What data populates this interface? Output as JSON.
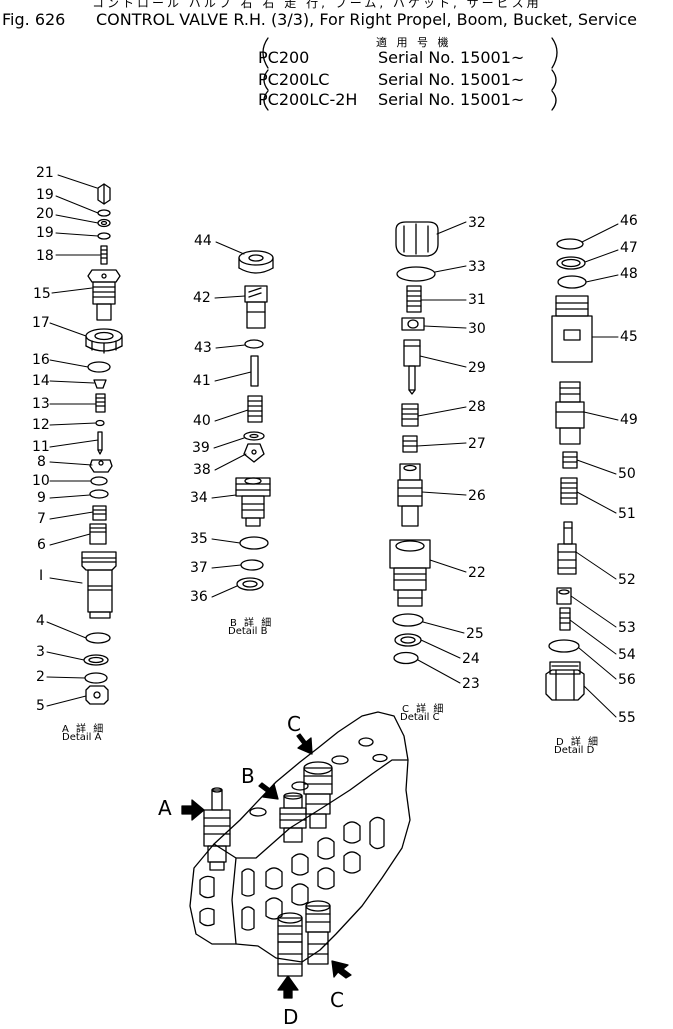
{
  "header": {
    "japanese_line": "コントロール バルブ 右 右 走 行, ブーム, バケット, サービス用",
    "figure_number": "Fig. 626",
    "title": "CONTROL VALVE R.H. (3/3), For Right Propel, Boom, Bucket, Service",
    "applicable_label_jp": "適 用 号 機",
    "serials": [
      {
        "model": "PC200",
        "serial": "Serial No. 15001~"
      },
      {
        "model": "PC200LC",
        "serial": "Serial No. 15001~"
      },
      {
        "model": "PC200LC-2H",
        "serial": "Serial No. 15001~"
      }
    ]
  },
  "details": {
    "a": {
      "caption_jp": "A 詳 細",
      "caption": "Detail A"
    },
    "b": {
      "caption_jp": "B 詳 細",
      "caption": "Detail B"
    },
    "c": {
      "caption_jp": "C 詳 細",
      "caption": "Detail C"
    },
    "d": {
      "caption_jp": "D 詳 細",
      "caption": "Detail D"
    }
  },
  "part_labels": {
    "p21": "21",
    "p19a": "19",
    "p20": "20",
    "p19b": "19",
    "p18": "18",
    "p15": "15",
    "p17": "17",
    "p16": "16",
    "p14": "14",
    "p13": "13",
    "p12": "12",
    "p11": "11",
    "p8": "8",
    "p10": "10",
    "p9": "9",
    "p7": "7",
    "p6": "6",
    "p1": "I",
    "p4": "4",
    "p3": "3",
    "p2": "2",
    "p5": "5",
    "p44": "44",
    "p42": "42",
    "p43": "43",
    "p41": "41",
    "p40": "40",
    "p39": "39",
    "p38": "38",
    "p34": "34",
    "p35": "35",
    "p37": "37",
    "p36": "36",
    "p32": "32",
    "p33": "33",
    "p31": "31",
    "p30": "30",
    "p29": "29",
    "p28": "28",
    "p27": "27",
    "p26": "26",
    "p22": "22",
    "p25": "25",
    "p24": "24",
    "p23": "23",
    "p46": "46",
    "p47": "47",
    "p48": "48",
    "p45": "45",
    "p49": "49",
    "p50": "50",
    "p51": "51",
    "p52": "52",
    "p53": "53",
    "p54": "54",
    "p56": "56",
    "p55": "55"
  },
  "view_markers": {
    "a": "A",
    "b": "B",
    "c_top": "C",
    "c_bottom": "C",
    "d": "D"
  },
  "colors": {
    "ink": "#000000",
    "paper": "#ffffff"
  }
}
